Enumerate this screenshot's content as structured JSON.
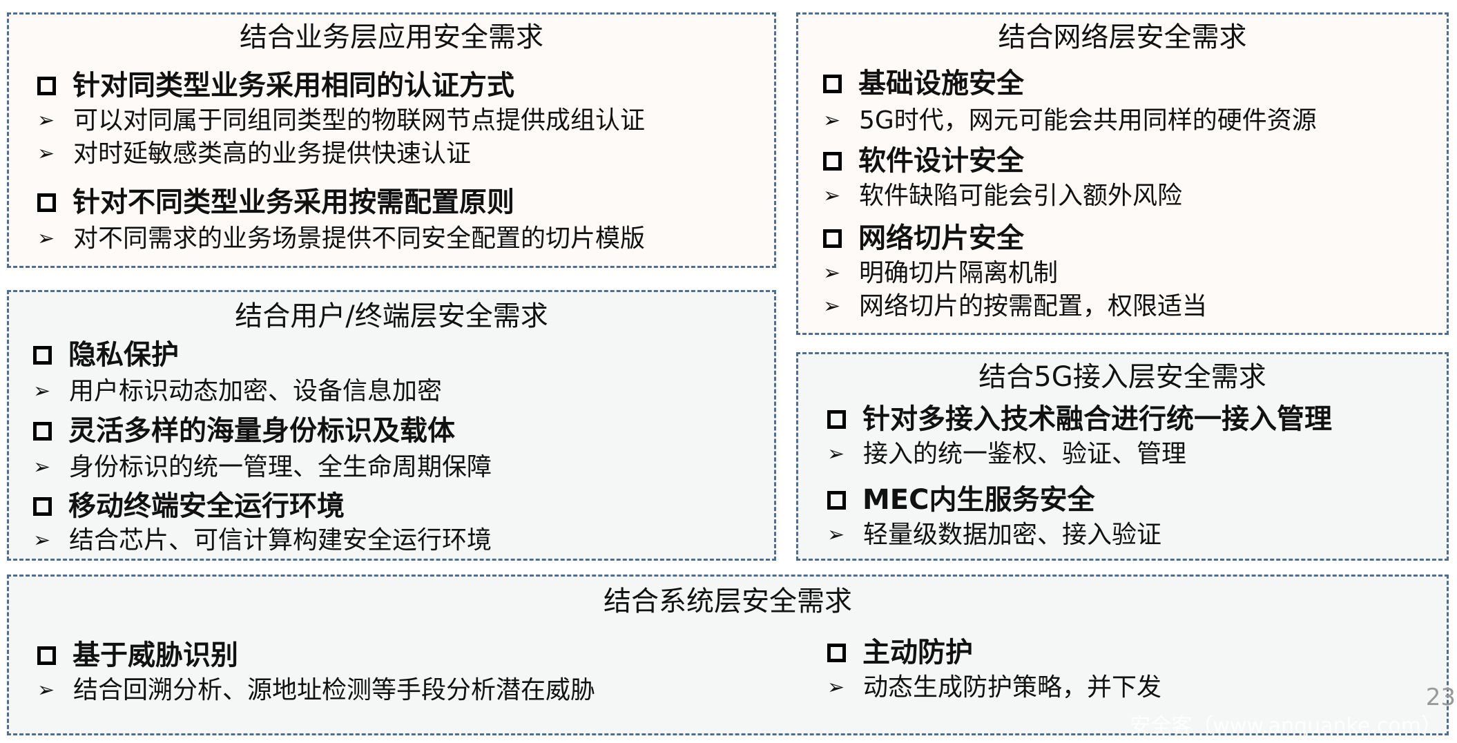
{
  "business": {
    "title": "结合业务层应用安全需求",
    "h1": "针对同类型业务采用相同的认证方式",
    "b1": "可以对同属于同组同类型的物联网节点提供成组认证",
    "b2": "对时延敏感类高的业务提供快速认证",
    "h2": "针对不同类型业务采用按需配置原则",
    "b3": "对不同需求的业务场景提供不同安全配置的切片模版"
  },
  "user": {
    "title": "结合用户/终端层安全需求",
    "h1": "隐私保护",
    "b1": "用户标识动态加密、设备信息加密",
    "h2": "灵活多样的海量身份标识及载体",
    "b2": "身份标识的统一管理、全生命周期保障",
    "h3": "移动终端安全运行环境",
    "b3": "结合芯片、可信计算构建安全运行环境"
  },
  "network": {
    "title": "结合网络层安全需求",
    "h1": "基础设施安全",
    "b1": "5G时代，网元可能会共用同样的硬件资源",
    "h2": "软件设计安全",
    "b2": "软件缺陷可能会引入额外风险",
    "h3": "网络切片安全",
    "b3": "明确切片隔离机制",
    "b4": "网络切片的按需配置，权限适当"
  },
  "access": {
    "title": "结合5G接入层安全需求",
    "h1": "针对多接入技术融合进行统一接入管理",
    "b1": "接入的统一鉴权、验证、管理",
    "h2": "MEC内生服务安全",
    "b2": "轻量级数据加密、接入验证"
  },
  "system": {
    "title": "结合系统层安全需求",
    "h1": "基于威胁识别",
    "b1": "结合回溯分析、源地址检测等手段分析潜在威胁",
    "h2": "主动防护",
    "b2": "动态生成防护策略，并下发"
  },
  "arrow_glyph": "➢",
  "page_number": "23",
  "watermark": "安全客（www.anquanke.com）"
}
